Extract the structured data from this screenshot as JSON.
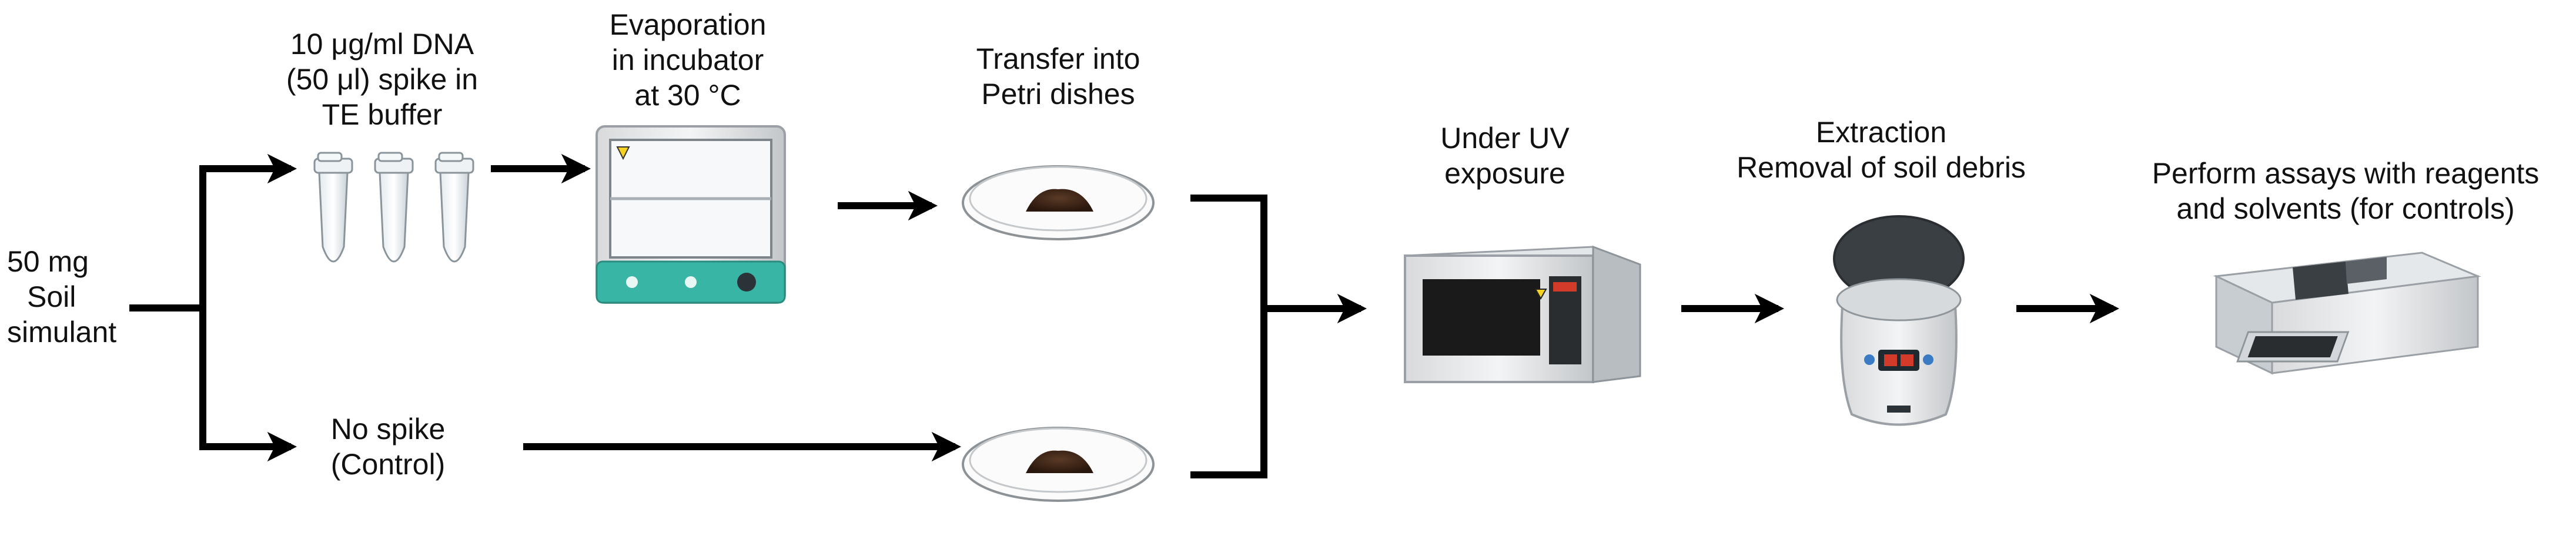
{
  "labels": {
    "soil": [
      "50 mg",
      "Soil",
      "simulant"
    ],
    "spike": [
      "10 μg/ml DNA",
      "(50 μl) spike in",
      "TE buffer"
    ],
    "evaporation": [
      "Evaporation",
      "in incubator",
      "at 30 °C"
    ],
    "transfer": [
      "Transfer into",
      "Petri dishes"
    ],
    "no_spike": [
      "No spike",
      "(Control)"
    ],
    "uv": [
      "Under UV",
      "exposure"
    ],
    "extraction": [
      "Extraction",
      "Removal of soil debris"
    ],
    "assays": [
      "Perform assays with reagents",
      "and solvents (for controls)"
    ]
  },
  "icons": {
    "tubes": "microcentrifuge-tubes-icon",
    "incubator": "incubator-icon",
    "petri_top": "petri-dish-soil-icon",
    "petri_bottom": "petri-dish-soil-icon",
    "uv_crosslinker": "uv-crosslinker-icon",
    "centrifuge": "centrifuge-icon",
    "plate_reader": "microplate-reader-icon"
  },
  "colors": {
    "arrow": "#000000",
    "soil": "#3a2418",
    "incubator_panel": "#38b5a5",
    "uv_window": "#1a1a1a",
    "warning": "#f4d21f",
    "centrifuge_display": "#d23a2a"
  }
}
